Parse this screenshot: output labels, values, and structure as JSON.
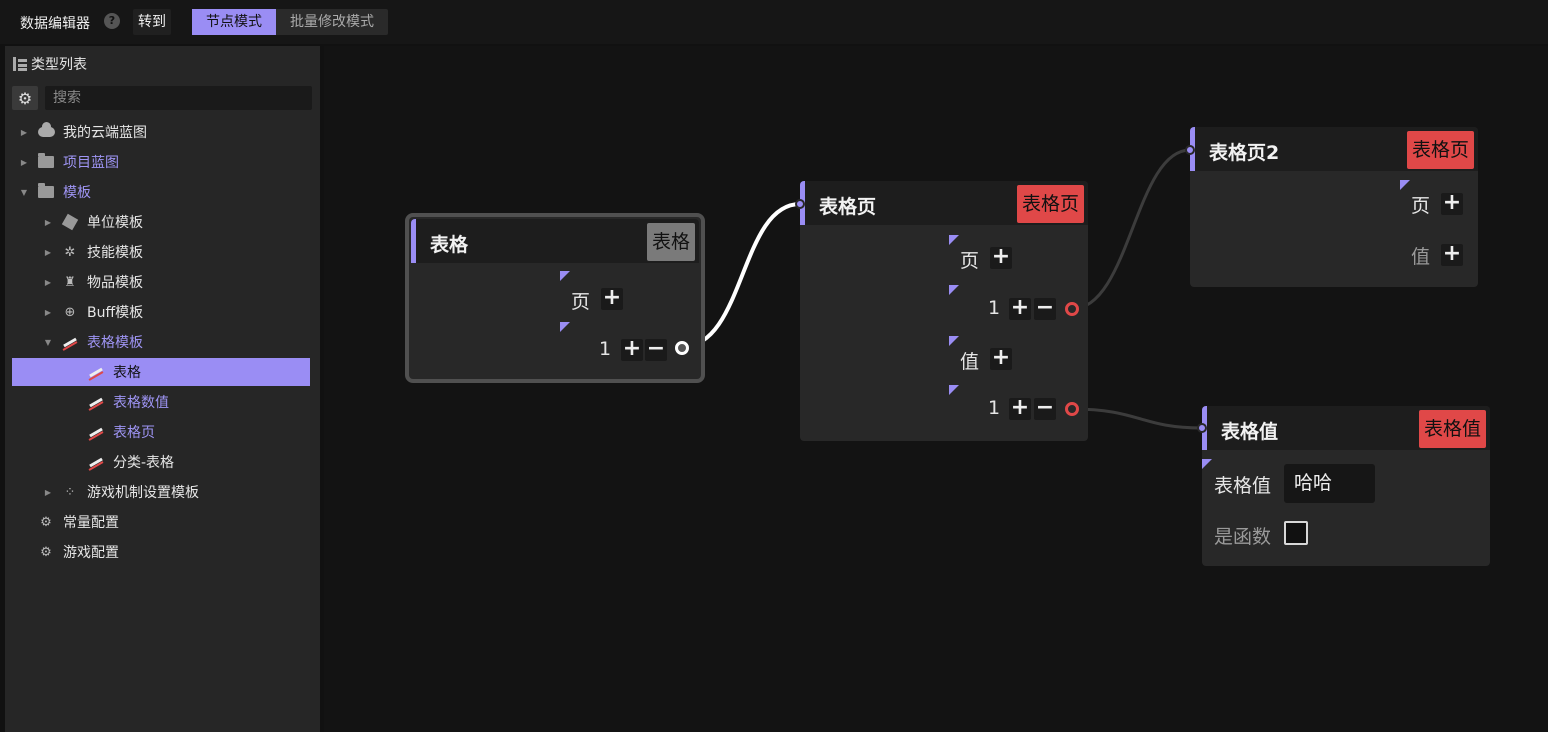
{
  "topbar": {
    "title": "数据编辑器",
    "help_icon": "?",
    "goto_label": "转到",
    "modes": [
      "节点模式",
      "批量修改模式"
    ],
    "active_mode": "节点模式"
  },
  "sidebar": {
    "header": "类型列表",
    "search_placeholder": "搜索",
    "items": [
      {
        "label": "我的云端蓝图",
        "icon": "cloud-icon",
        "expanded": false
      },
      {
        "label": "项目蓝图",
        "icon": "folder-icon",
        "expanded": false
      },
      {
        "label": "模板",
        "icon": "folder-open-icon",
        "expanded": true
      },
      {
        "label": "单位模板",
        "icon": "cube-icon",
        "expanded": false
      },
      {
        "label": "技能模板",
        "icon": "sparkle-icon",
        "expanded": false
      },
      {
        "label": "物品模板",
        "icon": "bag-icon",
        "expanded": false
      },
      {
        "label": "Buff模板",
        "icon": "buff-icon",
        "expanded": false
      },
      {
        "label": "表格模板",
        "icon": "table-icon",
        "expanded": true
      },
      {
        "label": "表格",
        "icon": "table-icon",
        "selected": true
      },
      {
        "label": "表格数值",
        "icon": "table-icon"
      },
      {
        "label": "表格页",
        "icon": "table-icon"
      },
      {
        "label": "分类-表格",
        "icon": "table-icon"
      },
      {
        "label": "游戏机制设置模板",
        "icon": "dots-icon",
        "expanded": false
      },
      {
        "label": "常量配置",
        "icon": "gear-icon"
      },
      {
        "label": "游戏配置",
        "icon": "gear-icon"
      }
    ]
  },
  "nodes": {
    "table": {
      "title": "表格",
      "tag": "表格",
      "field_page": "页",
      "row_index": "1"
    },
    "page": {
      "title": "表格页",
      "tag": "表格页",
      "field_page": "页",
      "page_index": "1",
      "field_value": "值",
      "value_index": "1"
    },
    "page2": {
      "title": "表格页2",
      "tag": "表格页",
      "field_page": "页",
      "field_value": "值"
    },
    "value": {
      "title": "表格值",
      "tag": "表格值",
      "field_label": "表格值",
      "field_value": "哈哈",
      "is_function_label": "是函数",
      "is_function": false
    }
  },
  "colors": {
    "accent": "#9a8df4",
    "tag_red": "#e04848",
    "tag_gray": "#7a7a7a"
  }
}
